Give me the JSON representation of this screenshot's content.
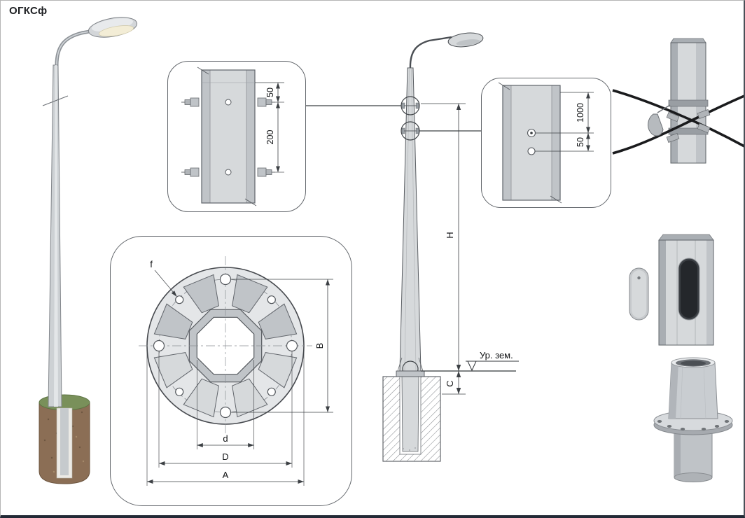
{
  "title": "ОГКСф",
  "colors": {
    "line": "#3c4044",
    "metal_light": "#d6d9db",
    "metal_mid": "#c0c4c8",
    "metal_dark": "#a9aeb3",
    "foundation_brown": "#8b6e55",
    "grass_green": "#79905a",
    "cable_black": "#1a1b1d",
    "lamp_glow": "#f3edd6",
    "door_dark": "#3b3f44"
  },
  "details": {
    "clamp_section": {
      "dim_offset": "50",
      "dim_spacing": "200"
    },
    "hole_section": {
      "dim_height": "1000",
      "dim_spacing": "50"
    }
  },
  "flange_plan": {
    "hole_diameter_label": "f",
    "bolt_span_label": "B",
    "inner_diameter_label": "d",
    "bolt_circle_label": "D",
    "outer_size_label": "A"
  },
  "elevation": {
    "height_label": "H",
    "base_offset_label": "C",
    "ground_label": "Ур. зем."
  }
}
